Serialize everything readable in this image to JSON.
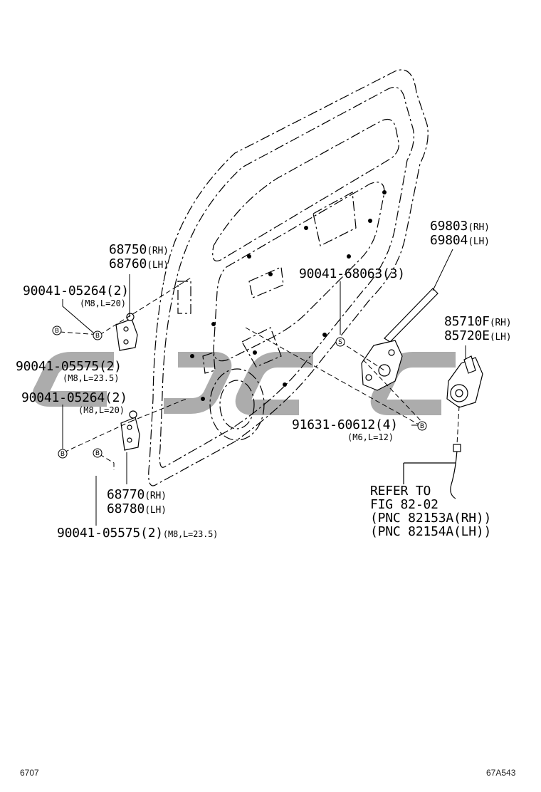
{
  "diagram": {
    "callouts": {
      "c68750": {
        "part": "68750",
        "side": "(RH)"
      },
      "c68760": {
        "part": "68760",
        "side": "(LH)"
      },
      "c90041_05264_a": {
        "part": "90041-05264(2)",
        "spec": "(M8,L=20)"
      },
      "c90041_05575_a": {
        "part": "90041-05575(2)",
        "spec": "(M8,L=23.5)"
      },
      "c90041_05264_b": {
        "part": "90041-05264(2)",
        "spec": "(M8,L=20)"
      },
      "c68770": {
        "part": "68770",
        "side": "(RH)"
      },
      "c68780": {
        "part": "68780",
        "side": "(LH)"
      },
      "c90041_05575_b": {
        "part": "90041-05575(2)",
        "spec": "(M8,L=23.5)"
      },
      "c90041_68063": {
        "part": "90041-68063(3)"
      },
      "c69803": {
        "part": "69803",
        "side": "(RH)"
      },
      "c69804": {
        "part": "69804",
        "side": "(LH)"
      },
      "c85710F": {
        "part": "85710F",
        "side": "(RH)"
      },
      "c85720E": {
        "part": "85720E",
        "side": "(LH)"
      },
      "c91631_60612": {
        "part": "91631-60612(4)",
        "spec": "(M6,L=12)"
      }
    },
    "refer": [
      "REFER TO",
      "FIG 82-02",
      "(PNC 82153A(RH))",
      "(PNC 82154A(LH))"
    ],
    "markers": {
      "bolt": "B",
      "screw": "S"
    }
  },
  "footer": {
    "left_code": "6707",
    "right_code": "67A543"
  },
  "watermark": {
    "text": "cvcc",
    "color": "#9a9a9a"
  }
}
